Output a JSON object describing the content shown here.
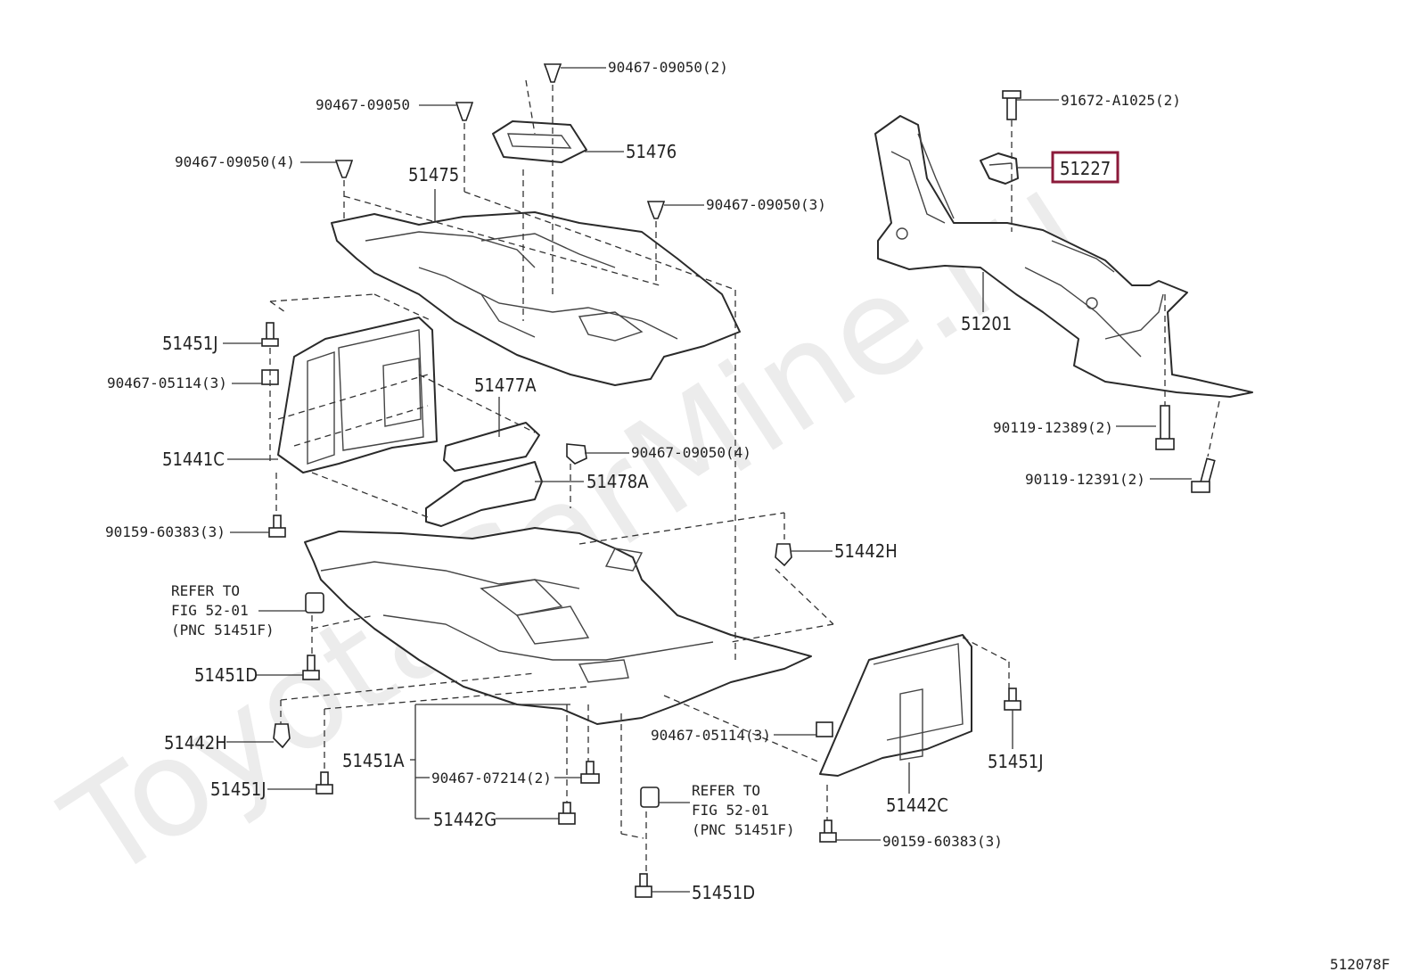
{
  "watermark": "ToyotaCarMine.ru",
  "figure_id": "512078F",
  "highlighted_part": "51227",
  "labels": {
    "p90467_09050_2": "90467-09050(2)",
    "p90467_09050_a": "90467-09050",
    "p90467_09050_4a": "90467-09050(4)",
    "p90467_09050_3": "90467-09050(3)",
    "p51476": "51476",
    "p51475": "51475",
    "p51451J_a": "51451J",
    "p90467_05114_3a": "90467-05114(3)",
    "p51477A": "51477A",
    "p90467_09050_4b": "90467-09050(4)",
    "p51441C": "51441C",
    "p51478A": "51478A",
    "p90159_60383_3a": "90159-60383(3)",
    "p51442H_a": "51442H",
    "refer_a_1": "REFER TO",
    "refer_a_2": "FIG 52-01",
    "refer_a_3": "(PNC 51451F)",
    "p51451D_a": "51451D",
    "p51442H_b": "51442H",
    "p51451A": "51451A",
    "p90467_07214_2": "90467-07214(2)",
    "p51451J_b": "51451J",
    "p51442G": "51442G",
    "p90467_05114_3b": "90467-05114(3)",
    "refer_b_1": "REFER TO",
    "refer_b_2": "FIG 52-01",
    "refer_b_3": "(PNC 51451F)",
    "p51451D_b": "51451D",
    "p51442C": "51442C",
    "p90159_60383_3b": "90159-60383(3)",
    "p51451J_c": "51451J",
    "p91672_A1025_2": "91672-A1025(2)",
    "p51227": "51227",
    "p51201": "51201",
    "p90119_12389_2": "90119-12389(2)",
    "p90119_12391_2": "90119-12391(2)"
  },
  "colors": {
    "highlight": "#8b1a3a",
    "line": "#2a2a2a",
    "watermark": "#ececec"
  }
}
